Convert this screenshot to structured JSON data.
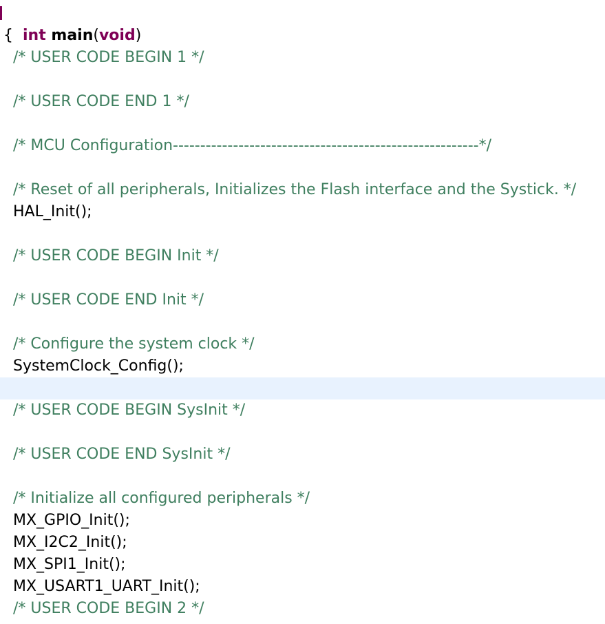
{
  "editor": {
    "signature": {
      "return_type": "int",
      "space": " ",
      "function_name": "main",
      "open_paren": "(",
      "param": "void",
      "close_paren": ")"
    },
    "lines": [
      {
        "kind": "brace",
        "text": "{"
      },
      {
        "kind": "comment",
        "text": "/* USER CODE BEGIN 1 */"
      },
      {
        "kind": "blank",
        "text": ""
      },
      {
        "kind": "comment",
        "text": "/* USER CODE END 1 */"
      },
      {
        "kind": "blank",
        "text": ""
      },
      {
        "kind": "comment",
        "text": "/* MCU Configuration--------------------------------------------------------*/"
      },
      {
        "kind": "blank",
        "text": ""
      },
      {
        "kind": "comment",
        "text": "/* Reset of all peripherals, Initializes the Flash interface and the Systick. */"
      },
      {
        "kind": "code",
        "text": "HAL_Init();"
      },
      {
        "kind": "blank",
        "text": ""
      },
      {
        "kind": "comment",
        "text": "/* USER CODE BEGIN Init */"
      },
      {
        "kind": "blank",
        "text": ""
      },
      {
        "kind": "comment",
        "text": "/* USER CODE END Init */"
      },
      {
        "kind": "blank",
        "text": ""
      },
      {
        "kind": "comment",
        "text": "/* Configure the system clock */"
      },
      {
        "kind": "code",
        "text": "SystemClock_Config();"
      },
      {
        "kind": "current",
        "text": ""
      },
      {
        "kind": "comment",
        "text": "/* USER CODE BEGIN SysInit */"
      },
      {
        "kind": "blank",
        "text": ""
      },
      {
        "kind": "comment",
        "text": "/* USER CODE END SysInit */"
      },
      {
        "kind": "blank",
        "text": ""
      },
      {
        "kind": "comment",
        "text": "/* Initialize all configured peripherals */"
      },
      {
        "kind": "code",
        "text": "MX_GPIO_Init();"
      },
      {
        "kind": "code",
        "text": "MX_I2C2_Init();"
      },
      {
        "kind": "code",
        "text": "MX_SPI1_Init();"
      },
      {
        "kind": "code",
        "text": "MX_USART1_UART_Init();"
      },
      {
        "kind": "comment",
        "text": "/* USER CODE BEGIN 2 */"
      }
    ]
  },
  "colors": {
    "keyword": "#7f0055",
    "comment": "#3f7f5f",
    "current_line_highlight": "#e8f2fe"
  }
}
